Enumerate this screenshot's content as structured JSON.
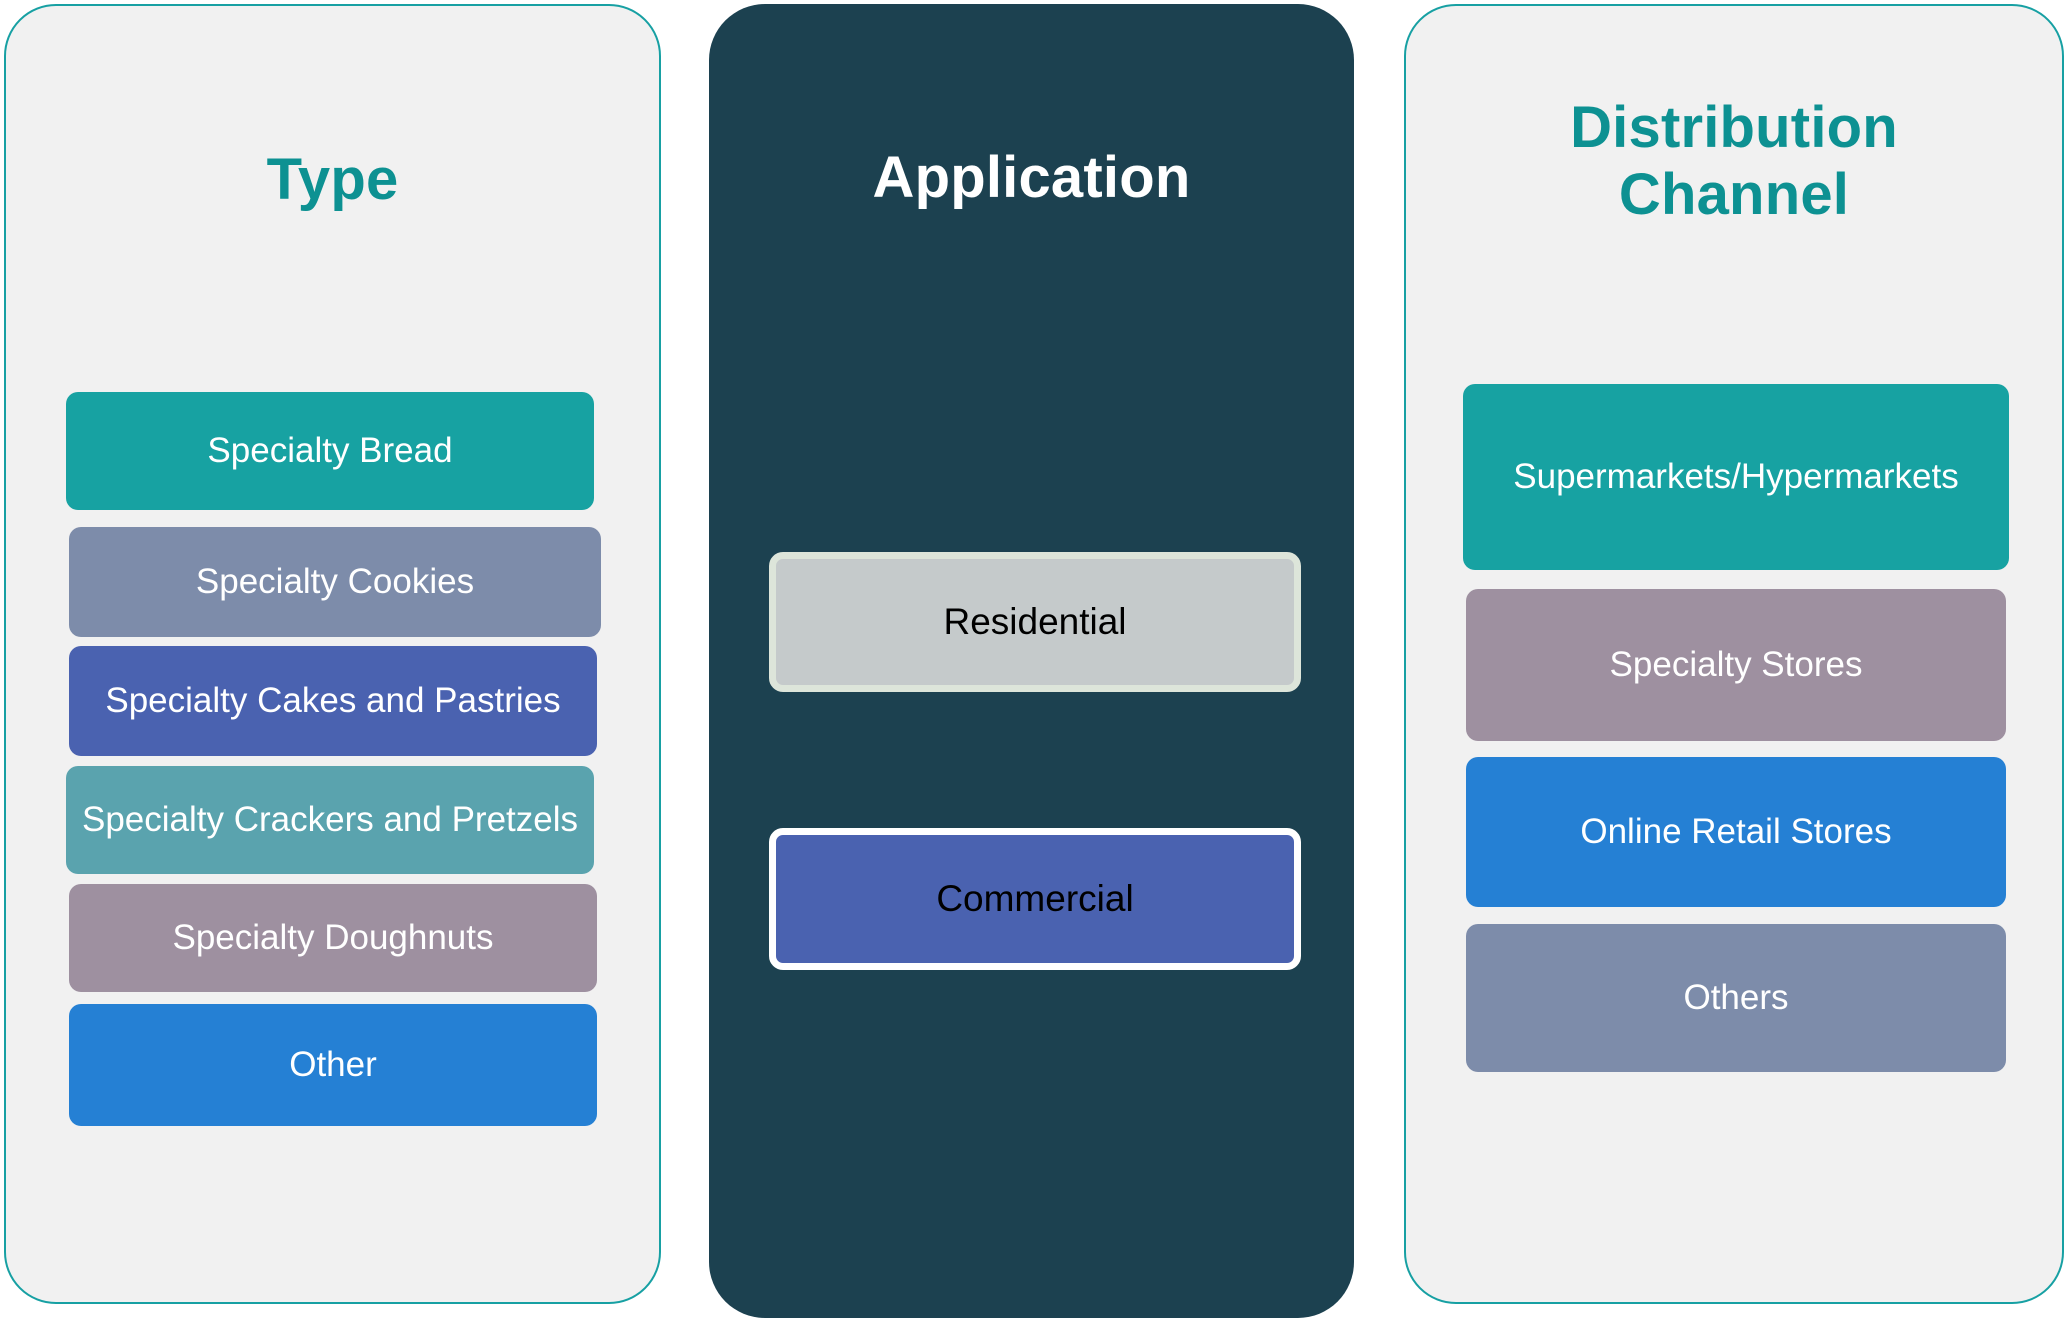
{
  "diagram": {
    "type": "three-column-segmentation",
    "columns": [
      {
        "key": "type",
        "title": "Type",
        "title_color": "#0d9192",
        "panel_style": "light",
        "panel_bg": "#f1f1f1",
        "panel_border": "#17a0a3",
        "items": [
          {
            "label": "Specialty Bread",
            "color": "#17a2a2",
            "text_color": "#ffffff"
          },
          {
            "label": "Specialty Cookies",
            "color": "#7d8caa",
            "text_color": "#ffffff"
          },
          {
            "label": "Specialty Cakes and Pastries",
            "color": "#4a62b0",
            "text_color": "#ffffff"
          },
          {
            "label": "Specialty Crackers and Pretzels",
            "color": "#5aa3ae",
            "text_color": "#ffffff"
          },
          {
            "label": "Specialty Doughnuts",
            "color": "#9e90a0",
            "text_color": "#ffffff"
          },
          {
            "label": "Other",
            "color": "#2580d4",
            "text_color": "#ffffff"
          }
        ]
      },
      {
        "key": "application",
        "title": "Application",
        "title_color": "#ffffff",
        "panel_style": "dark",
        "panel_bg": "#1c4150",
        "panel_border": "none",
        "items": [
          {
            "label": "Residential",
            "color": "#c5cacb",
            "border_color": "#dde5da",
            "text_color": "#000000"
          },
          {
            "label": "Commercial",
            "color": "#4a62b0",
            "border_color": "#ffffff",
            "text_color": "#000000"
          }
        ]
      },
      {
        "key": "distribution",
        "title": "Distribution Channel",
        "title_color": "#0d9192",
        "panel_style": "light",
        "panel_bg": "#f1f1f1",
        "panel_border": "#17a0a3",
        "items": [
          {
            "label": "Supermarkets/Hypermarkets",
            "color": "#17a2a2",
            "text_color": "#ffffff"
          },
          {
            "label": "Specialty Stores",
            "color": "#9e90a0",
            "text_color": "#ffffff"
          },
          {
            "label": "Online Retail Stores",
            "color": "#2580d4",
            "text_color": "#ffffff"
          },
          {
            "label": "Others",
            "color": "#7d8caa",
            "text_color": "#ffffff"
          }
        ]
      }
    ]
  }
}
